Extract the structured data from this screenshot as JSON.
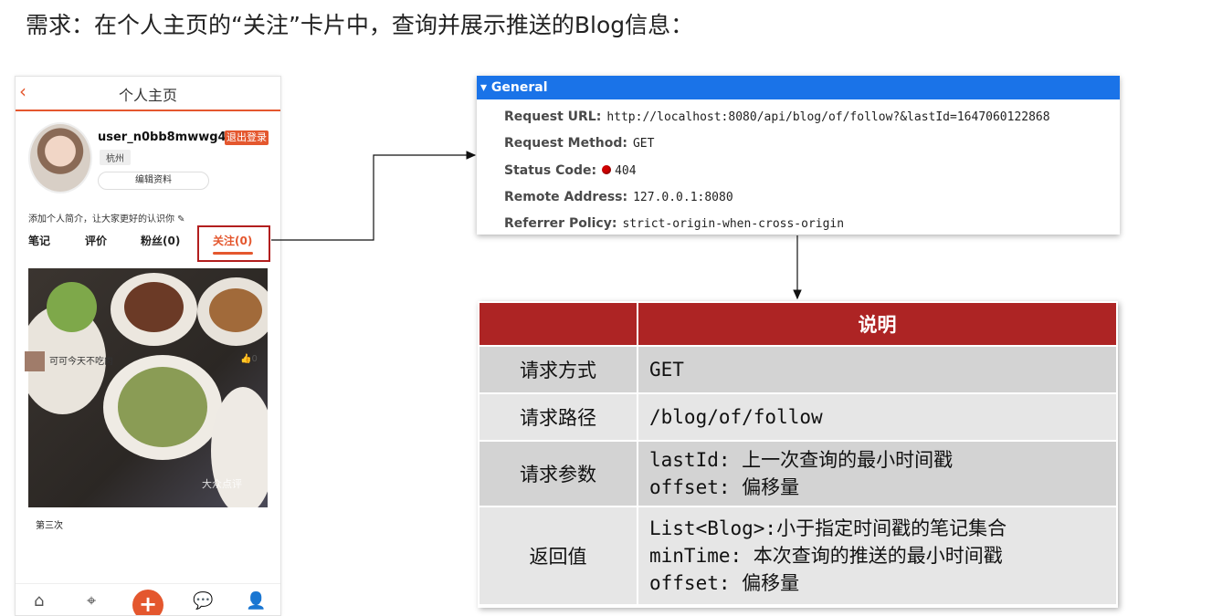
{
  "heading": "需求：在个人主页的“关注”卡片中，查询并展示推送的Blog信息：",
  "phone": {
    "back_icon": "chevron-left-icon",
    "title": "个人主页",
    "username": "user_n0bb8mwwg4",
    "logout": "退出登录",
    "city": "杭州",
    "edit_profile": "编辑资料",
    "intro": "添加个人简介，让大家更好的认识你 ✎",
    "tabs": [
      "笔记",
      "评价",
      "粉丝(0)",
      "关注(0)"
    ],
    "active_tab": "关注(0)",
    "card": {
      "watermark": "大众点评",
      "title": "第三次",
      "user": "可可今天不吃肉",
      "likes": "0"
    },
    "nav_icons": [
      "home-icon",
      "map-pin-icon",
      "add-icon",
      "chat-icon",
      "user-icon"
    ],
    "plus": "+",
    "accent": "#e4572e"
  },
  "general": {
    "title": "General",
    "rows": [
      {
        "key": "Request URL:",
        "value": "http://localhost:8080/api/blog/of/follow?&lastId=1647060122868"
      },
      {
        "key": "Request Method:",
        "value": "GET"
      },
      {
        "key": "Status Code:",
        "value": "404"
      },
      {
        "key": "Remote Address:",
        "value": "127.0.0.1:8080"
      },
      {
        "key": "Referrer Policy:",
        "value": "strict-origin-when-cross-origin"
      }
    ],
    "header_color": "#1a73e8",
    "status_color": "#d00000"
  },
  "table": {
    "header": [
      "",
      "说明"
    ],
    "rows": [
      {
        "key": "请求方式",
        "lines": [
          "GET"
        ]
      },
      {
        "key": "请求路径",
        "lines": [
          "/blog/of/follow"
        ]
      },
      {
        "key": "请求参数",
        "lines": [
          "lastId: 上一次查询的最小时间戳",
          "offset: 偏移量"
        ]
      },
      {
        "key": "返回值",
        "lines": [
          "List<Blog>:小于指定时间戳的笔记集合",
          "minTime: 本次查询的推送的最小时间戳",
          "offset: 偏移量"
        ]
      }
    ],
    "header_color": "#ad2424"
  }
}
